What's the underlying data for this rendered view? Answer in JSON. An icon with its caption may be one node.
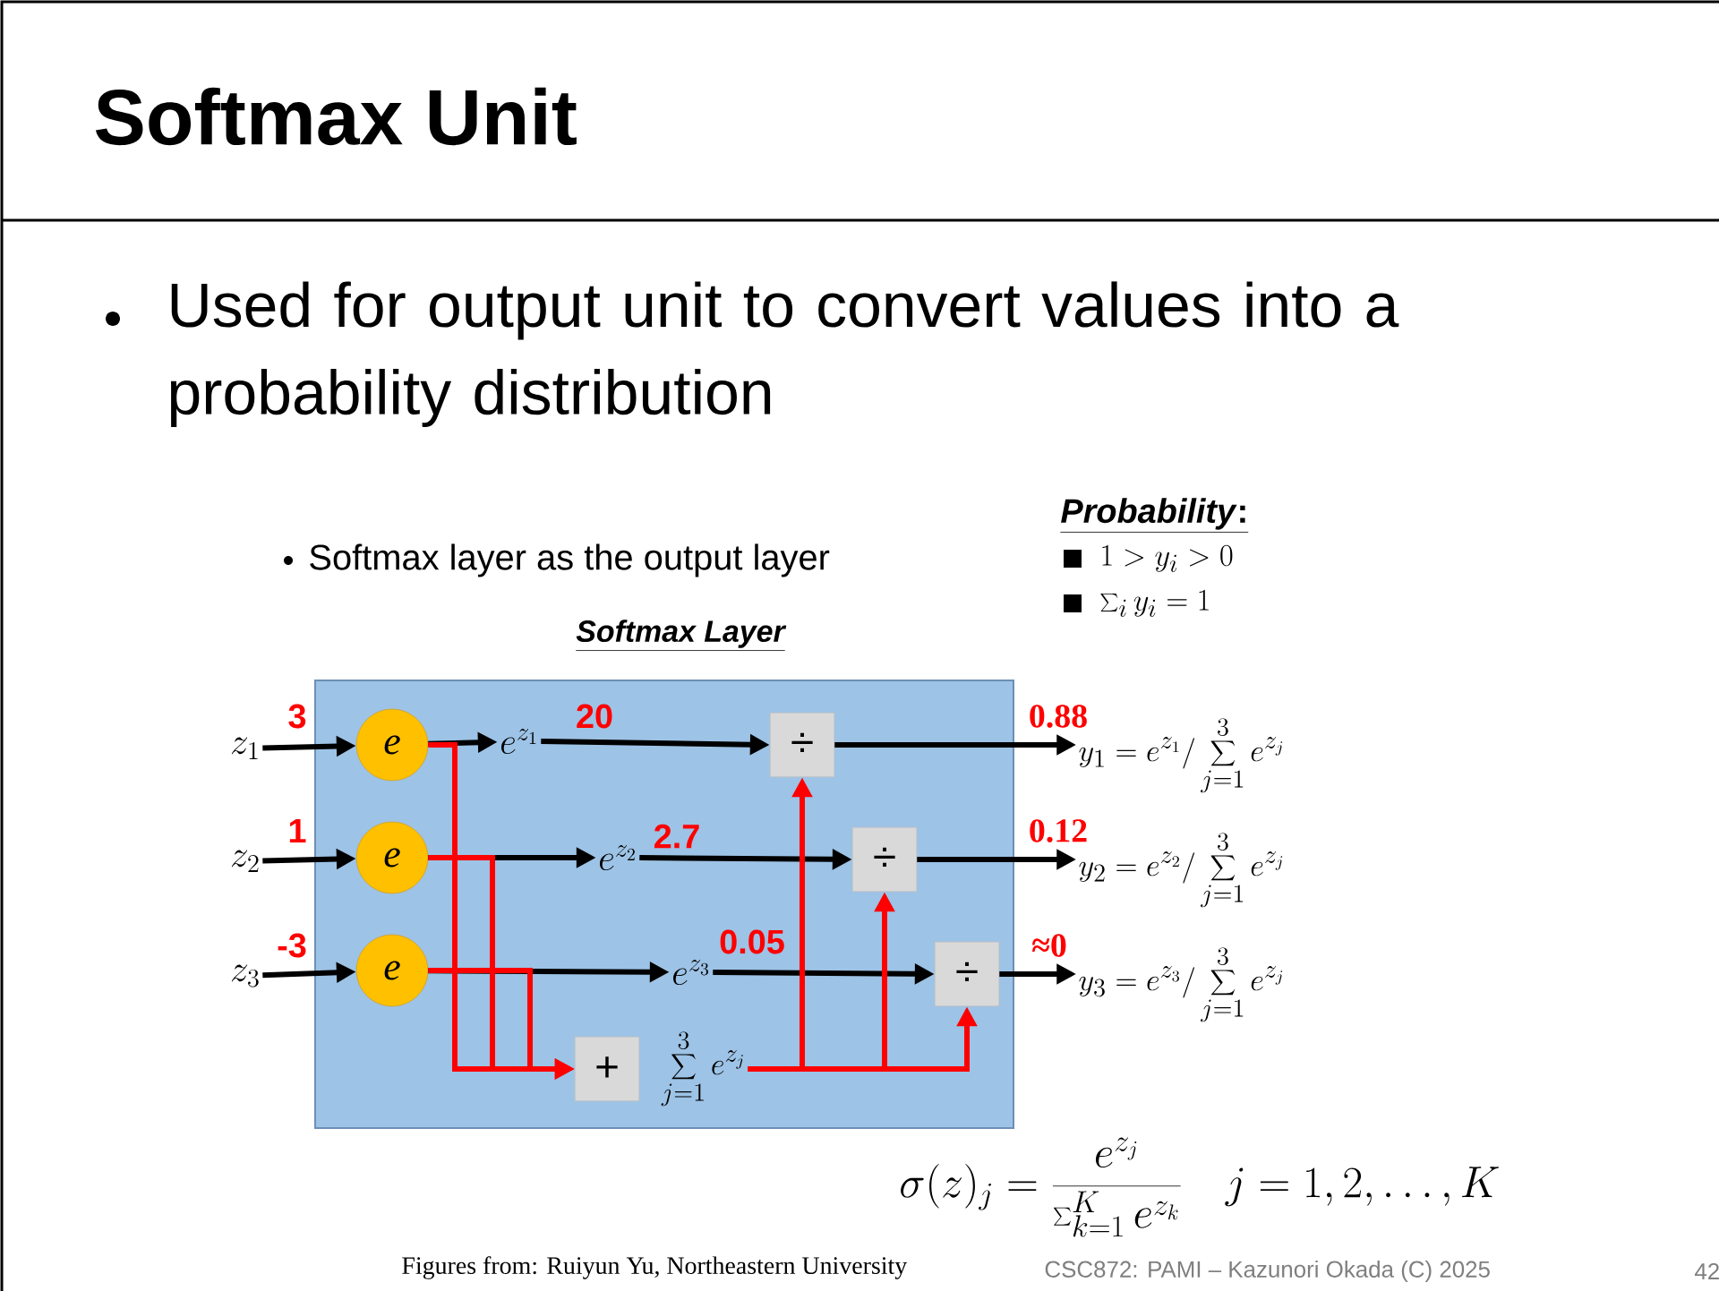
{
  "diagram": {
    "title": "Softmax Unit",
    "nodes": [
      {
        "text": [
          "Softmax Layer"
        ]
      },
      {
        "text": [
          "z_1"
        ]
      },
      {
        "text": [
          "z_2"
        ]
      },
      {
        "text": [
          "z_3"
        ]
      },
      {
        "text": [
          "e"
        ],
        "in": 0
      },
      {
        "text": [
          "e"
        ],
        "in": 0
      },
      {
        "text": [
          "e"
        ],
        "in": 0
      },
      {
        "text": [
          "e^{z_1}"
        ],
        "in": 0
      },
      {
        "text": [
          "e^{z_2}"
        ],
        "in": 0
      },
      {
        "text": [
          "e^{z_3}"
        ],
        "in": 0
      },
      {
        "text": [
          "÷"
        ],
        "in": 0
      },
      {
        "text": [
          "÷"
        ],
        "in": 0
      },
      {
        "text": [
          "÷"
        ],
        "in": 0
      },
      {
        "text": [
          "+"
        ],
        "in": 0
      },
      {
        "text": [
          "\\sum_{j=1}^{3} e^{z_j}"
        ],
        "in": 0
      },
      {
        "text": [
          "y_1 = e^{z_1} \\Big/ \\sum_{j=1}^{3} e^{z_j}"
        ]
      },
      {
        "text": [
          "y_2 = e^{z_2} \\Big/ \\sum_{j=1}^{3} e^{z_j}"
        ]
      },
      {
        "text": [
          "y_3 = e^{z_3} \\Big/ \\sum_{j=1}^{3} e^{z_j}"
        ]
      }
    ],
    "edges": [
      {
        "from": 1,
        "to": 4,
        "arrow": "to",
        "label": "3"
      },
      {
        "from": 2,
        "to": 5,
        "arrow": "to",
        "label": "1"
      },
      {
        "from": 3,
        "to": 6,
        "arrow": "to",
        "label": "-3"
      },
      {
        "from": 4,
        "to": 7,
        "arrow": "to"
      },
      {
        "from": 5,
        "to": 8,
        "arrow": "to"
      },
      {
        "from": 6,
        "to": 9,
        "arrow": "to"
      },
      {
        "from": 7,
        "to": 10,
        "arrow": "to",
        "label": "20"
      },
      {
        "from": 8,
        "to": 11,
        "arrow": "to",
        "label": "2.7"
      },
      {
        "from": 9,
        "to": 12,
        "arrow": "to",
        "label": "0.05"
      },
      {
        "from": 10,
        "to": 15,
        "arrow": "to",
        "label": "0.88"
      },
      {
        "from": 11,
        "to": 16,
        "arrow": "to",
        "label": "0.12"
      },
      {
        "from": 12,
        "to": 17,
        "arrow": "to",
        "label": "≈0"
      },
      {
        "from": 4,
        "to": 13,
        "arrow": "to",
        "color": "#ff0000"
      },
      {
        "from": 5,
        "to": 13,
        "arrow": "to",
        "color": "#ff0000"
      },
      {
        "from": 6,
        "to": 13,
        "arrow": "to",
        "color": "#ff0000"
      },
      {
        "from": 14,
        "to": 10,
        "arrow": "to",
        "color": "#ff0000"
      },
      {
        "from": 14,
        "to": 11,
        "arrow": "to",
        "color": "#ff0000"
      },
      {
        "from": 14,
        "to": 12,
        "arrow": "to",
        "color": "#ff0000"
      }
    ],
    "labels": [
      "Used for output unit to convert values into a probability distribution",
      "Softmax layer as the output layer",
      "*Probability*:",
      "1 > y_i > 0",
      "\\sum_i y_i = 1",
      "\\sigma(z)_j = \\frac{e^{z_j}}{\\sum_{k=1}^{K} e^{z_k}} \\quad j = 1, 2, \\ldots, K",
      "Figures from: Ruiyun Yu, Northeastern University",
      "CSC872: PAMI – Kazunori Okada (C) 2025",
      "42"
    ]
  }
}
